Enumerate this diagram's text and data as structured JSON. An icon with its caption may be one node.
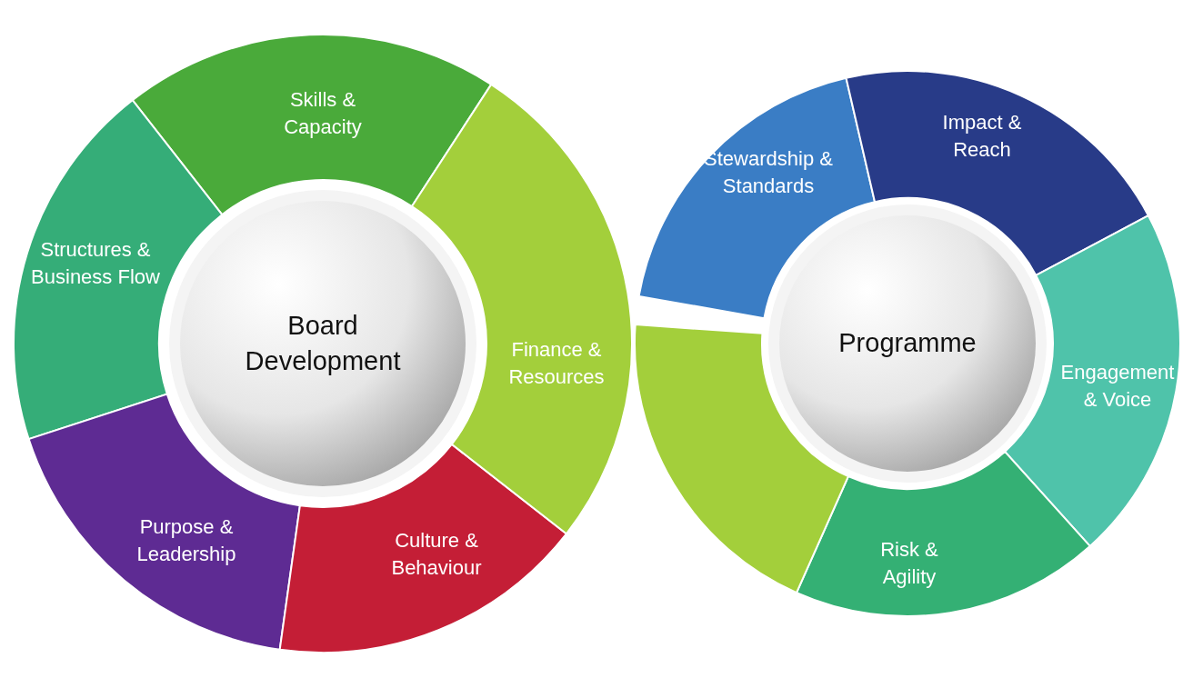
{
  "diagram": {
    "nodes": [
      {
        "text": [
          "Board Development"
        ]
      },
      {
        "text": [
          "Skills & Capacity"
        ]
      },
      {
        "text": [
          "Structures & Business Flow"
        ]
      },
      {
        "text": [
          "Purpose & Leadership"
        ]
      },
      {
        "text": [
          "Culture & Behaviour"
        ]
      },
      {
        "text": [
          "Finance & Resources"
        ]
      },
      {
        "text": [
          "Programme"
        ]
      },
      {
        "text": [
          "Stewardship & Standards"
        ]
      },
      {
        "text": [
          "Impact & Reach"
        ]
      },
      {
        "text": [
          "Engagement & Voice"
        ]
      },
      {
        "text": [
          "Risk & Agility"
        ]
      }
    ],
    "edges": []
  }
}
